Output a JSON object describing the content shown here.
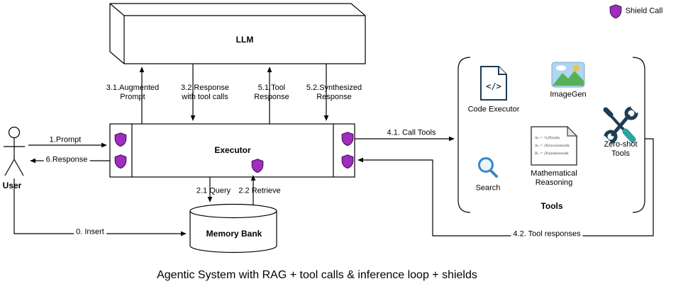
{
  "title": "Agentic System with RAG + tool calls & inference loop + shields",
  "legend": {
    "shield_label": "Shield Call"
  },
  "colors": {
    "shield_fill": "#A12CC0",
    "shield_stroke": "#3F1151"
  },
  "nodes": {
    "user": {
      "label": "User"
    },
    "llm": {
      "label": "LLM"
    },
    "executor": {
      "label": "Executor"
    },
    "memory_bank": {
      "label": "Memory Bank"
    }
  },
  "edges": {
    "insert": {
      "label": "0. Insert"
    },
    "prompt": {
      "label": "1.Prompt"
    },
    "query": {
      "label": "2.1 Query"
    },
    "retrieve": {
      "label": "2.2 Retrieve"
    },
    "augmented_prompt": {
      "label": "3.1.Augmented\nPrompt"
    },
    "response_with_tool_calls": {
      "label": "3.2.Response\nwith tool calls"
    },
    "call_tools": {
      "label": "4.1. Call Tools"
    },
    "tool_responses": {
      "label": "4.2. Tool responses"
    },
    "tool_response": {
      "label": "5.1.Tool\nResponse"
    },
    "synthesized_response": {
      "label": "5.2.Synthesized\nResponse"
    },
    "response": {
      "label": "6.Response"
    }
  },
  "tools_group": {
    "label": "Tools",
    "code_glyph": "</>",
    "items": [
      {
        "icon": "code-executor-icon",
        "label": "Code Executor"
      },
      {
        "icon": "imagegen-icon",
        "label": "ImageGen"
      },
      {
        "icon": "search-icon",
        "label": "Search"
      },
      {
        "icon": "math-reasoning-icon",
        "label": "Mathematical\nReasoning"
      },
      {
        "icon": "zero-shot-tools-icon",
        "label": "Zero-shot\nTools"
      }
    ],
    "math_rows": [
      "A₀ = ½∫f(x)dx",
      "Aₙ = ∫f(x)cos(nx)dx",
      "Bₙ = ∫f(x)sin(nx)dx"
    ]
  }
}
